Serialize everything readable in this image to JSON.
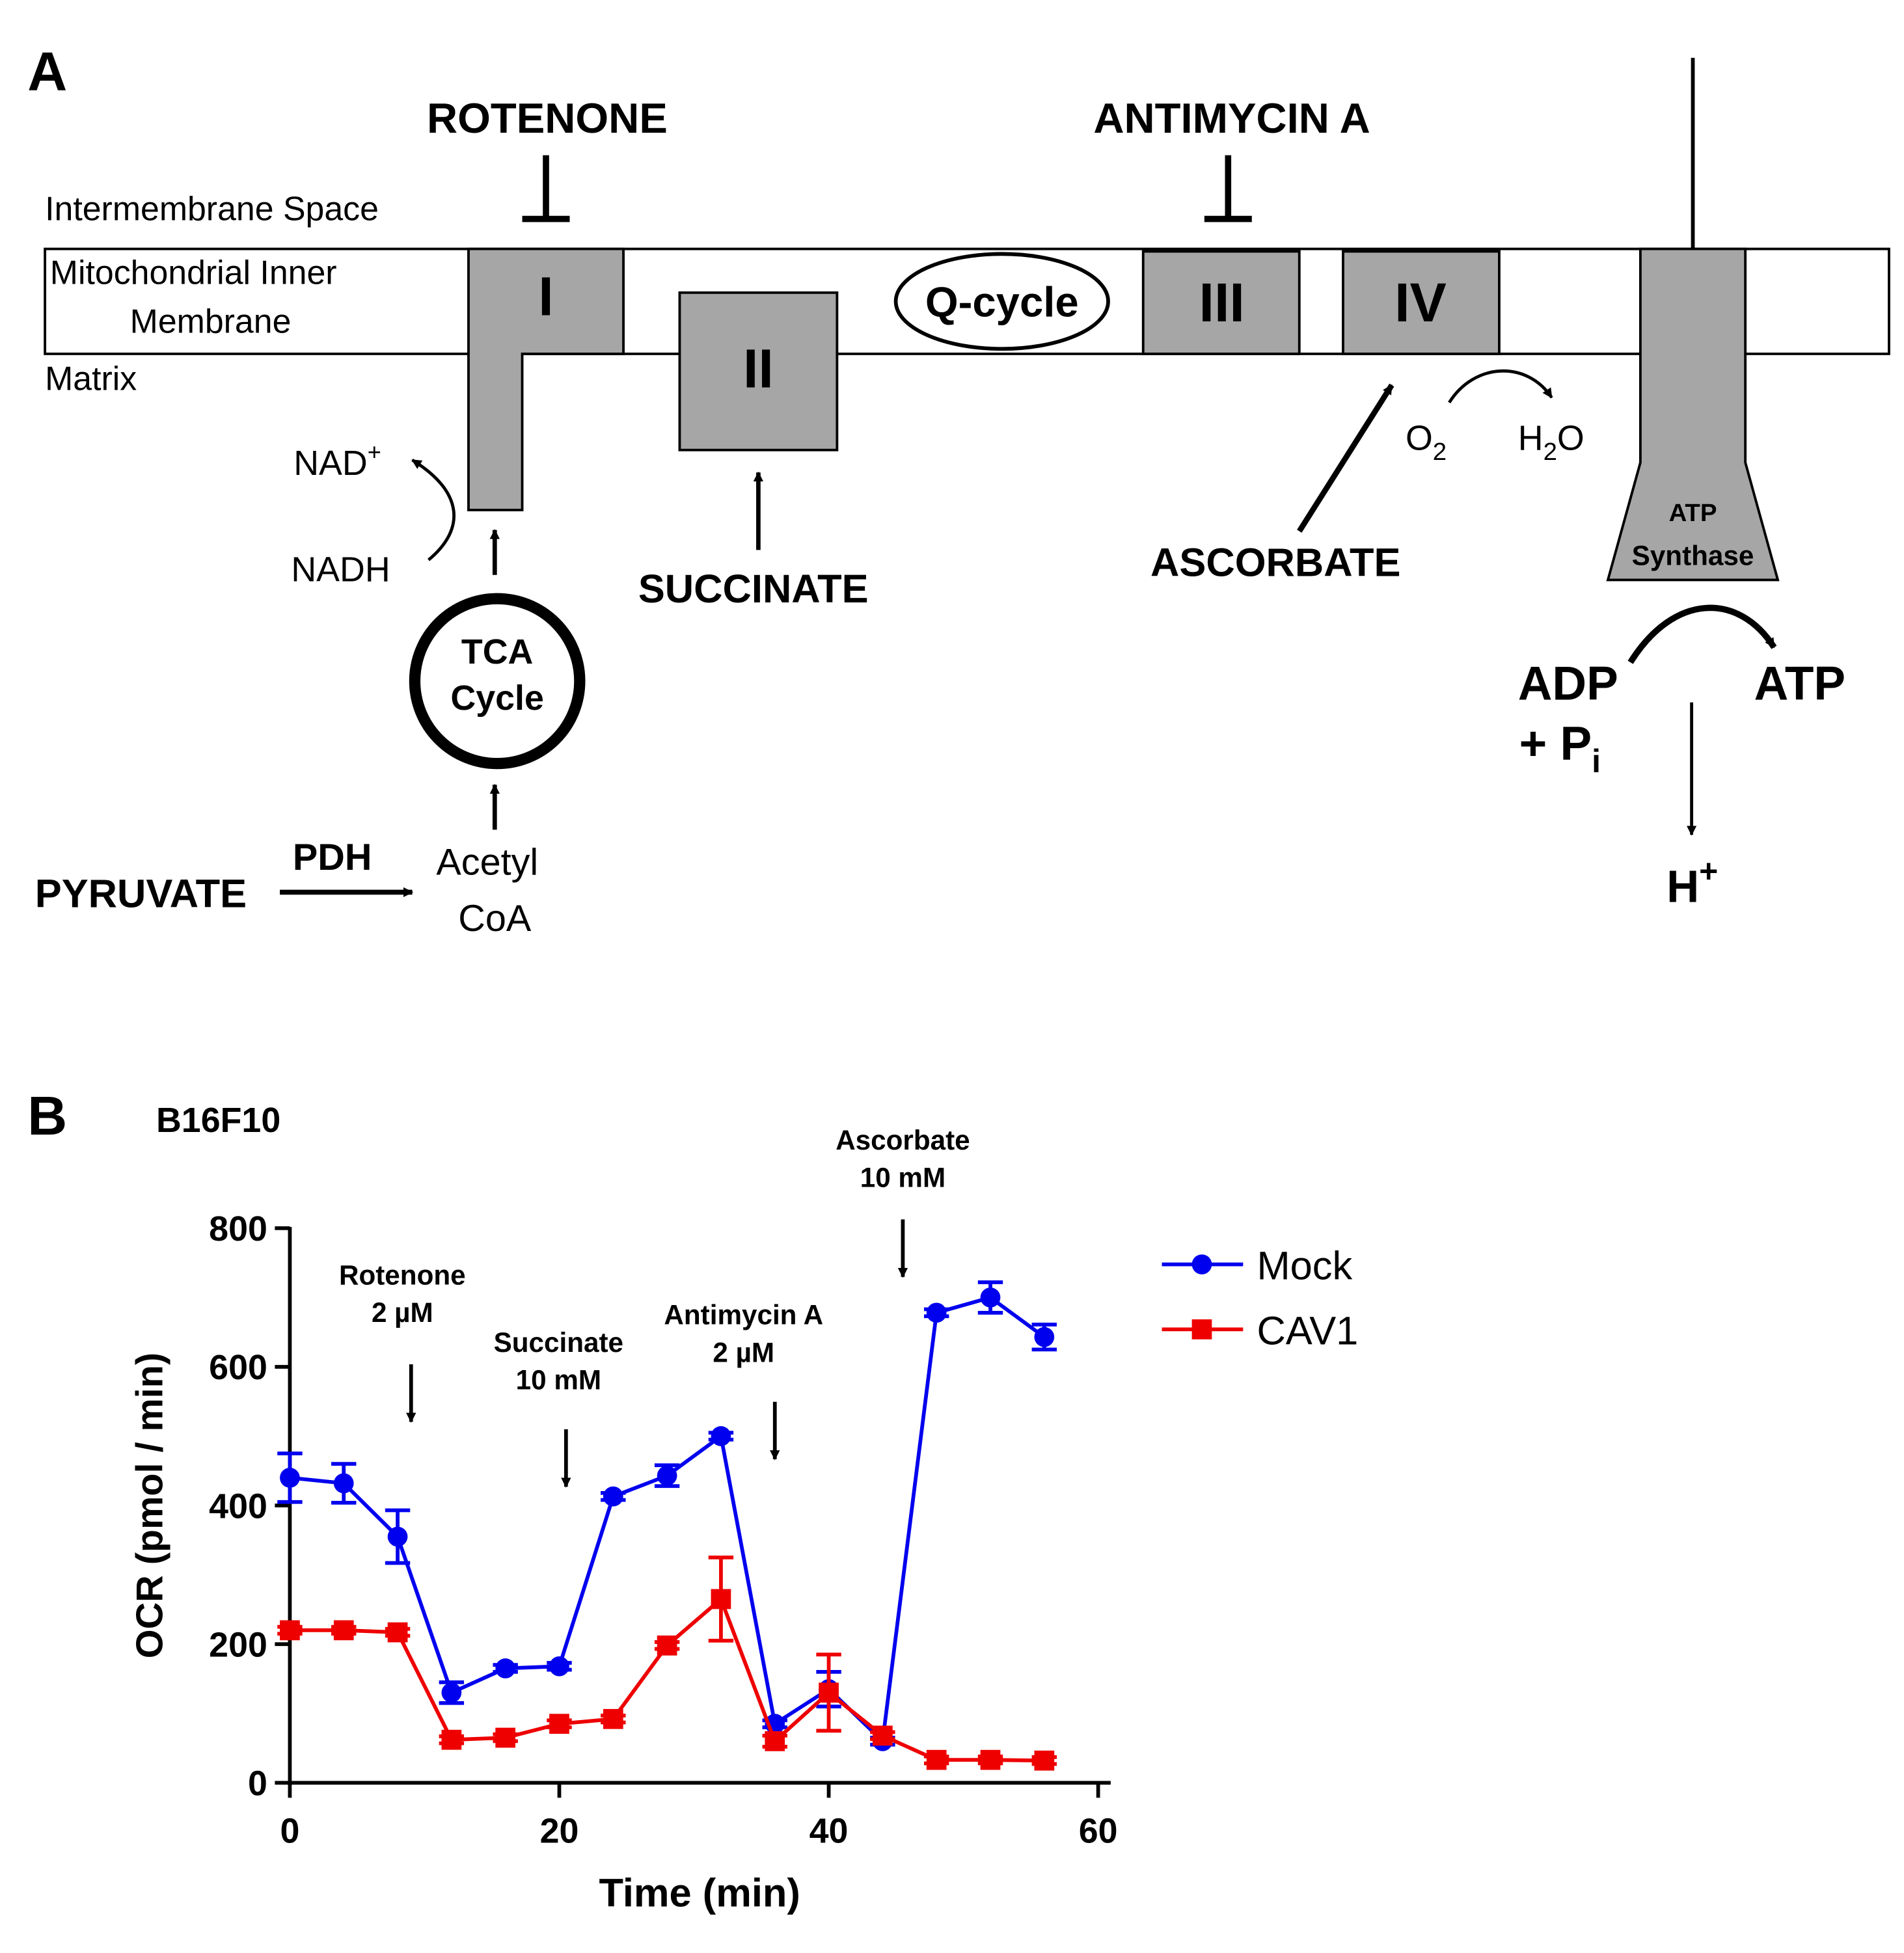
{
  "panel_a": {
    "label": "A",
    "inhibitor_1": "ROTENONE",
    "inhibitor_2": "ANTIMYCIN A",
    "region_ims": "Intermembrane Space",
    "region_membrane_1": "Mitochondrial Inner",
    "region_membrane_2": "Membrane",
    "region_matrix": "Matrix",
    "complex_1": "I",
    "complex_2": "II",
    "q_cycle": "Q-cycle",
    "complex_3": "III",
    "complex_4": "IV",
    "atp_synthase_1": "ATP",
    "atp_synthase_2": "Synthase",
    "nad_plus": "NAD",
    "nad_plus_sup": "+",
    "nadh": "NADH",
    "tca_1": "TCA",
    "tca_2": "Cycle",
    "pyruvate": "PYRUVATE",
    "pdh": "PDH",
    "acetyl_1": "Acetyl",
    "acetyl_2": "CoA",
    "succinate": "SUCCINATE",
    "ascorbate": "ASCORBATE",
    "o2": "O",
    "o2_sub": "2",
    "h2o_h": "H",
    "h2o_sub": "2",
    "h2o_o": "O",
    "adp_1": "ADP",
    "adp_2": "+ P",
    "adp_sub": "i",
    "atp": "ATP",
    "h_plus": "H",
    "h_plus_sup": "+"
  },
  "panel_b": {
    "label": "B",
    "cell_line": "B16F10",
    "annotations": [
      {
        "line1": "Rotenone",
        "line2": "2 µM",
        "time": 9
      },
      {
        "line1": "Succinate",
        "line2": "10 mM",
        "time": 20.5
      },
      {
        "line1": "Antimycin A",
        "line2": "2 µM",
        "time": 36
      },
      {
        "line1": "Ascorbate",
        "line2": "10 mM",
        "time": 45.5
      }
    ]
  },
  "chart_data": {
    "type": "line",
    "title": "",
    "xlabel": "Time (min)",
    "ylabel": "OCR (pmol / min)",
    "xlim": [
      0,
      60
    ],
    "ylim": [
      0,
      800
    ],
    "xticks": [
      0,
      20,
      40,
      60
    ],
    "yticks": [
      0,
      200,
      400,
      600,
      800
    ],
    "legend_position": "top-right",
    "series": [
      {
        "name": "Mock",
        "color": "#0000ee",
        "marker": "circle",
        "x": [
          0,
          4,
          8,
          12,
          16,
          20,
          24,
          28,
          32,
          36,
          40,
          44,
          48,
          52,
          56
        ],
        "y": [
          440,
          432,
          355,
          130,
          165,
          168,
          413,
          443,
          500,
          85,
          135,
          60,
          678,
          700,
          643
        ],
        "err": [
          35,
          28,
          38,
          15,
          5,
          5,
          5,
          15,
          5,
          5,
          25,
          5,
          5,
          22,
          18
        ]
      },
      {
        "name": "CAV1",
        "color": "#ee0000",
        "marker": "square",
        "x": [
          0,
          4,
          8,
          12,
          16,
          20,
          24,
          28,
          32,
          36,
          40,
          44,
          48,
          52,
          56
        ],
        "y": [
          220,
          220,
          217,
          62,
          65,
          85,
          92,
          198,
          265,
          60,
          130,
          68,
          33,
          33,
          32
        ],
        "err": [
          5,
          5,
          5,
          5,
          5,
          5,
          5,
          5,
          60,
          8,
          55,
          5,
          5,
          5,
          5
        ]
      }
    ]
  }
}
